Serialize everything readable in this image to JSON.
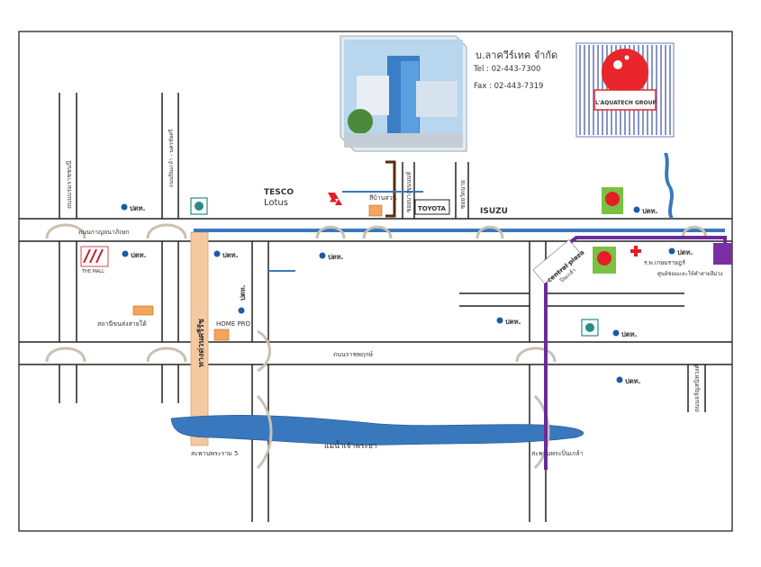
{
  "company": {
    "name": "บ.ลาควีร์เทค จำกัด",
    "tel": "Tel : 02-443-7300",
    "fax": "Fax : 02-443-7319",
    "group_label": "L'AQUATECH GROUP"
  },
  "brands": {
    "ptt": "ปตท.",
    "tesco_top": "TESCO",
    "tesco_bottom": "Lotus",
    "toyota": "TOYOTA",
    "isuzu": "ISUZU",
    "the_mall": "THE MALL",
    "central_top": "central plaza",
    "central_bottom": "ปิ่นเกล้า",
    "big_c": "C"
  },
  "roads": {
    "kanchanaphisek": "ถนนกาญจนาภิเษก",
    "borommaratchachonnani": "ถนนบรมราชชนนี",
    "pinklao_nakhonchaisri": "ถนนปิ่นเกล้า - นครชัยศรี",
    "ratchaphruek": "ถนนราชพฤกษ์",
    "charansanitwong": "ถนนจรัญสนิทวงศ์",
    "soi_right": "ซอยวัดนาย",
    "soi_mid": "ซอยบางขุนนนท์",
    "expressway": "ทางด่วนศรีรัช"
  },
  "places": {
    "sibaan_wood": "สีบ้านสวน",
    "southern_bus": "สถานีขนส่งสายใต้",
    "home_pro": "HOME PRO",
    "hospital": "ร.พ.เกษมราษฎร์",
    "river": "แม่น้ำเจ้าพระยา",
    "rama5_bridge": "สะพานพระราม 5",
    "pinklao_bridge": "สะพานพระปิ่นเกล้า",
    "service_center": "ศูนย์ซ่อมและให้คำสายสีม่วง"
  },
  "colors": {
    "road_line": "#222222",
    "river": "#3a78be",
    "expressway": "#f5c9a0",
    "purple_line": "#6a2c9a",
    "ptt_blue": "#1d5aa8",
    "border": "#222222"
  }
}
